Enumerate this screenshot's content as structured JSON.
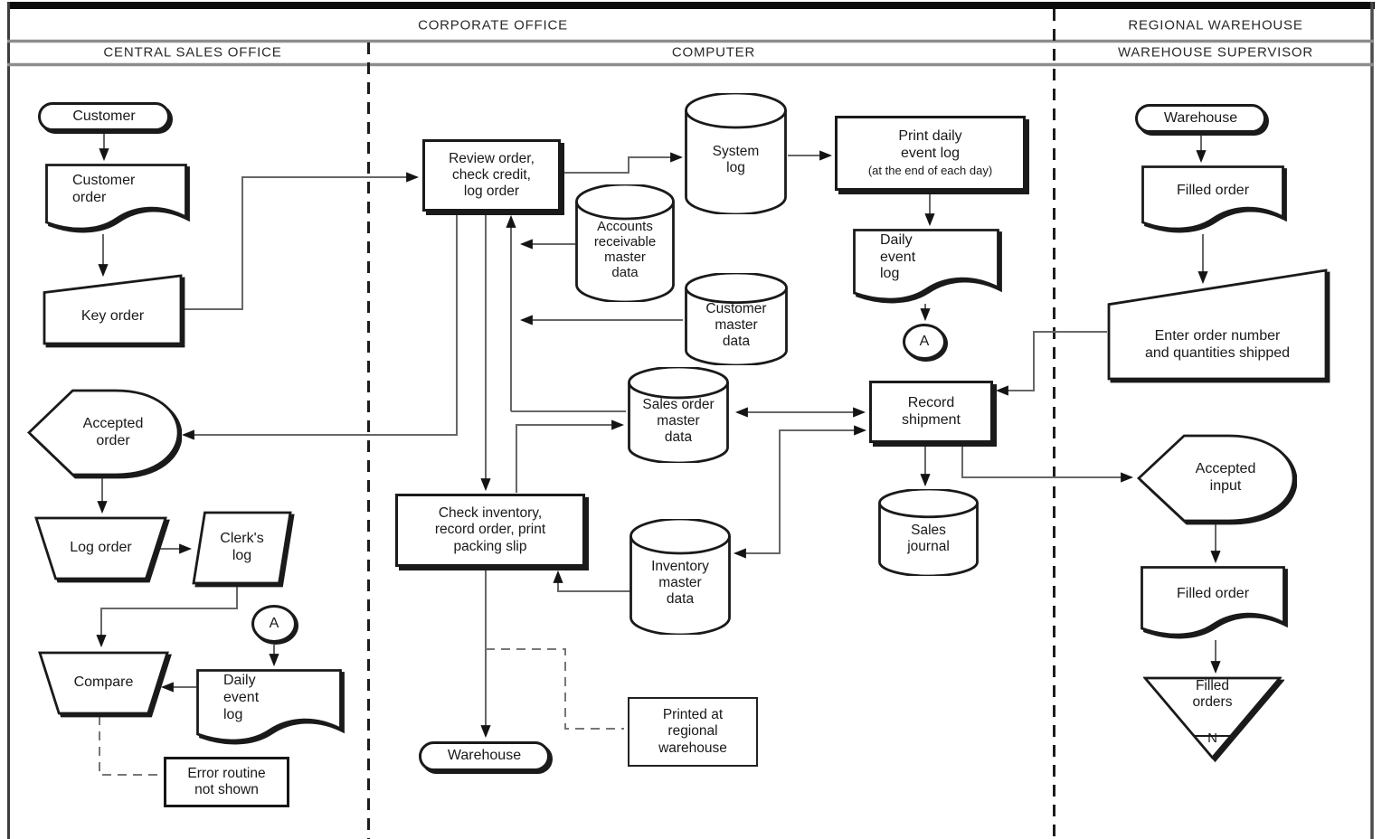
{
  "headers": {
    "corporate_office": "CORPORATE OFFICE",
    "regional_warehouse": "REGIONAL WAREHOUSE",
    "central_sales_office": "CENTRAL SALES OFFICE",
    "computer": "COMPUTER",
    "warehouse_supervisor": "WAREHOUSE SUPERVISOR"
  },
  "nodes": {
    "customer": {
      "label": "Customer"
    },
    "customer_order": {
      "label": "Customer\norder"
    },
    "key_order": {
      "label": "Key order"
    },
    "accepted_order": {
      "label": "Accepted\norder"
    },
    "log_order": {
      "label": "Log order"
    },
    "clerks_log": {
      "label": "Clerk's\nlog"
    },
    "connector_a_left": {
      "label": "A"
    },
    "daily_event_log_left": {
      "label": "Daily\nevent\nlog"
    },
    "compare": {
      "label": "Compare"
    },
    "error_routine": {
      "label": "Error routine\nnot shown"
    },
    "review_order": {
      "label": "Review order,\ncheck credit,\nlog order"
    },
    "system_log": {
      "label": "System\nlog"
    },
    "print_daily": {
      "label": "Print daily\nevent log",
      "sublabel": "(at the end of each day)"
    },
    "daily_event_log_mid": {
      "label": "Daily\nevent\nlog"
    },
    "connector_a_mid": {
      "label": "A"
    },
    "accounts_receivable": {
      "label": "Accounts\nreceivable\nmaster\ndata"
    },
    "customer_master": {
      "label": "Customer\nmaster\ndata"
    },
    "sales_order_master": {
      "label": "Sales order\nmaster\ndata"
    },
    "record_shipment": {
      "label": "Record\nshipment"
    },
    "sales_journal": {
      "label": "Sales\njournal"
    },
    "check_inventory": {
      "label": "Check inventory,\nrecord order, print\npacking slip"
    },
    "inventory_master": {
      "label": "Inventory\nmaster\ndata"
    },
    "warehouse_mid": {
      "label": "Warehouse"
    },
    "printed_at": {
      "label": "Printed at\nregional\nwarehouse"
    },
    "warehouse_right": {
      "label": "Warehouse"
    },
    "filled_order_1": {
      "label": "Filled order"
    },
    "enter_order": {
      "label": "Enter order number\nand quantities shipped"
    },
    "accepted_input": {
      "label": "Accepted\ninput"
    },
    "filled_order_2": {
      "label": "Filled order"
    },
    "filled_orders": {
      "label": "Filled\norders",
      "drawer_label": "N"
    }
  },
  "colors": {
    "ink": "#1a1a1a",
    "connector": "#676767",
    "separator": "#8d8d8d",
    "lane_dash": "#1c1c1c",
    "paper": "#ffffff"
  }
}
